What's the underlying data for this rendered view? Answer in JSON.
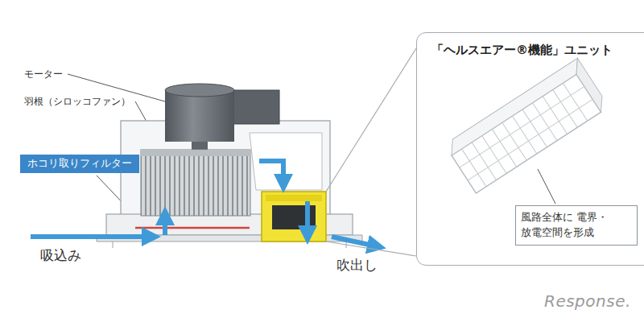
{
  "diagram": {
    "nodes": [
      {
        "text": [
          "ホコリ取りフィルター"
        ]
      },
      {
        "text": [
          "「ヘルスエアー®機能」ユニット"
        ]
      },
      {
        "text": [
          "風路全体に 電界・放電空間を形成"
        ],
        "in": 1
      }
    ],
    "labels": [
      "モーター",
      "羽根（シロッコファン）",
      "吸込み",
      "吹出し",
      "Response."
    ]
  }
}
